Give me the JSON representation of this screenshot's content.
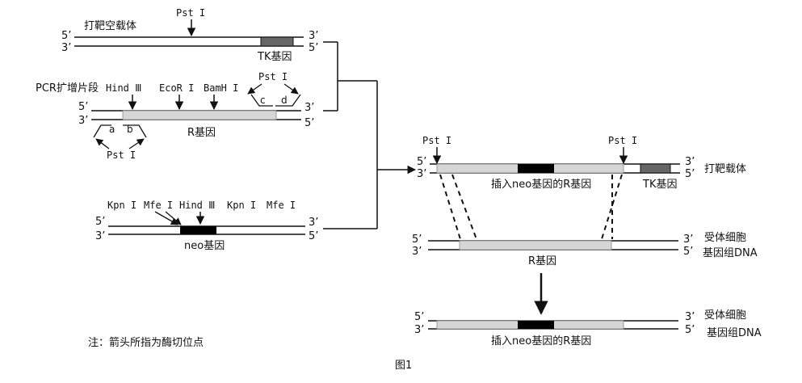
{
  "ends": {
    "five": "5’",
    "three": "3’"
  },
  "vector": {
    "title": "打靶空载体",
    "site": "Pst I",
    "tk_label": "TK基因"
  },
  "pcr": {
    "title": "PCR扩增片段",
    "sites": [
      "Hind Ⅲ",
      "EcoR I",
      "BamH I"
    ],
    "top_site": "Pst I",
    "bottom_site": "Pst I",
    "primers": [
      "a",
      "b",
      "c",
      "d"
    ],
    "gene_label": "R基因"
  },
  "neo": {
    "sites": [
      "Kpn I",
      "Mfe I",
      "Hind Ⅲ",
      "Kpn I",
      "Mfe I"
    ],
    "gene_label": "neo基因"
  },
  "target": {
    "site_left": "Pst I",
    "site_right": "Pst I",
    "insert_label": "插入neo基因的R基因",
    "tk_label": "TK基因",
    "title": "打靶载体"
  },
  "recipient": {
    "line1": "受体细胞",
    "line2": "基因组DNA",
    "gene_label": "R基因"
  },
  "result": {
    "line1": "受体细胞",
    "line2": "基因组DNA",
    "insert_label": "插入neo基因的R基因"
  },
  "note": "注：箭头所指为酶切位点",
  "figure_label": "图1"
}
